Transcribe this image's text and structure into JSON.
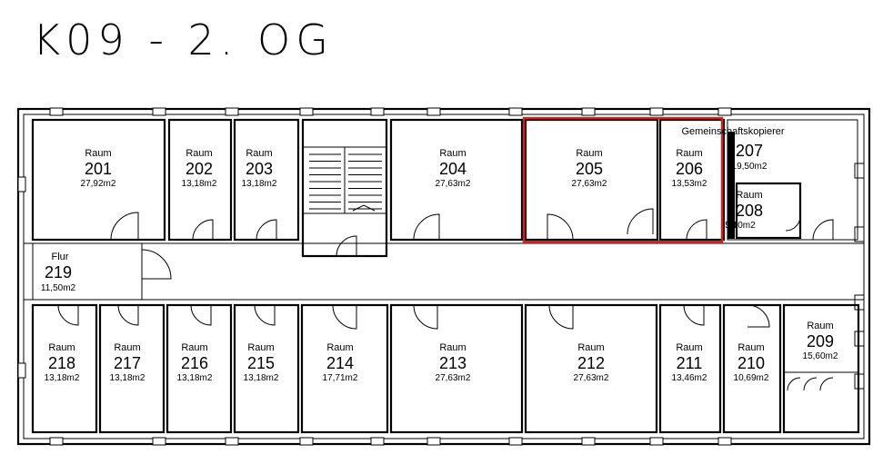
{
  "title": "K09 - 2. OG",
  "highlight_color": "#d42020",
  "rooms": [
    {
      "id": "201",
      "word": "Raum",
      "number": "201",
      "area": "27,92m2"
    },
    {
      "id": "202",
      "word": "Raum",
      "number": "202",
      "area": "13,18m2"
    },
    {
      "id": "203",
      "word": "Raum",
      "number": "203",
      "area": "13,18m2"
    },
    {
      "id": "204",
      "word": "Raum",
      "number": "204",
      "area": "27,63m2"
    },
    {
      "id": "205",
      "word": "Raum",
      "number": "205",
      "area": "27,63m2"
    },
    {
      "id": "206",
      "word": "Raum",
      "number": "206",
      "area": "13,53m2"
    },
    {
      "id": "207",
      "word": "Gemeinschaftskopierer",
      "number": "207",
      "area": "19,50m2"
    },
    {
      "id": "208",
      "word": "Raum",
      "number": "208",
      "area": "5,10m2"
    },
    {
      "id": "219",
      "word": "Flur",
      "number": "219",
      "area": "11,50m2"
    },
    {
      "id": "218",
      "word": "Raum",
      "number": "218",
      "area": "13,18m2"
    },
    {
      "id": "217",
      "word": "Raum",
      "number": "217",
      "area": "13,18m2"
    },
    {
      "id": "216",
      "word": "Raum",
      "number": "216",
      "area": "13,18m2"
    },
    {
      "id": "215",
      "word": "Raum",
      "number": "215",
      "area": "13,18m2"
    },
    {
      "id": "214",
      "word": "Raum",
      "number": "214",
      "area": "17,71m2"
    },
    {
      "id": "213",
      "word": "Raum",
      "number": "213",
      "area": "27,63m2"
    },
    {
      "id": "212",
      "word": "Raum",
      "number": "212",
      "area": "27,63m2"
    },
    {
      "id": "211",
      "word": "Raum",
      "number": "211",
      "area": "13,46m2"
    },
    {
      "id": "210",
      "word": "Raum",
      "number": "210",
      "area": "10,69m2"
    },
    {
      "id": "209",
      "word": "Raum",
      "number": "209",
      "area": "15,60m2"
    }
  ]
}
